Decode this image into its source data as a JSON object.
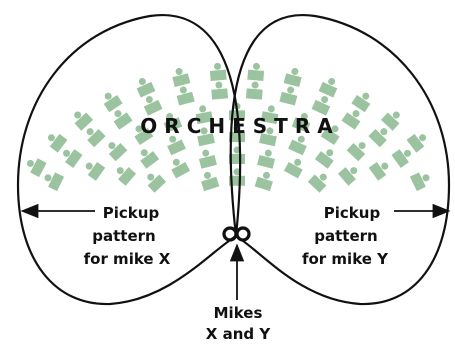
{
  "orchestra_label": "ORCHESTRA",
  "left_pattern": {
    "line1": "Pickup",
    "line2": "pattern",
    "line3": "for mike X"
  },
  "right_pattern": {
    "line1": "Pickup",
    "line2": "pattern",
    "line3": "for mike Y"
  },
  "mikes": {
    "line1": "Mikes",
    "line2": "X and Y"
  },
  "colors": {
    "line": "#111111",
    "seat": "#8ab98e",
    "text": "#111111",
    "background": "#ffffff"
  },
  "icons": [
    "musician-seat-icon",
    "microphone-pair-icon",
    "arrow-icon"
  ]
}
